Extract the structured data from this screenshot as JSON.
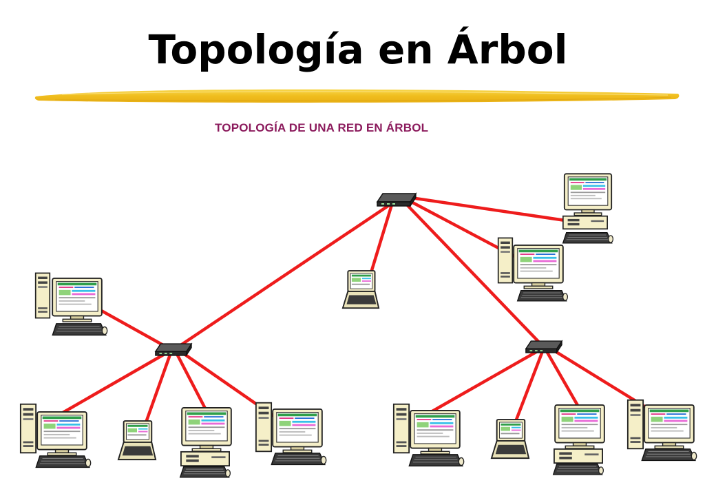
{
  "slide": {
    "title": "Topología en Árbol",
    "diagram_title": "TOPOLOGÍA DE UNA RED EN ÁRBOL"
  },
  "colors": {
    "link": "#ee1c1c",
    "diagram_title": "#8b1a5c",
    "brush": "#f2c227",
    "device_body": "#f5efc8",
    "switch_body": "#3a3a3a"
  },
  "network": {
    "hubs": [
      {
        "id": "hub-root",
        "parent": null
      },
      {
        "id": "hub-left",
        "parent": "hub-root"
      },
      {
        "id": "hub-right",
        "parent": "hub-root"
      }
    ],
    "devices": [
      {
        "id": "pc-root-1",
        "type": "desktop-low",
        "hub": "hub-root"
      },
      {
        "id": "pc-root-2",
        "type": "tower",
        "hub": "hub-root"
      },
      {
        "id": "laptop-root",
        "type": "laptop",
        "hub": "hub-root"
      },
      {
        "id": "pc-left-top",
        "type": "tower",
        "hub": "hub-left"
      },
      {
        "id": "pc-left-1",
        "type": "tower",
        "hub": "hub-left"
      },
      {
        "id": "laptop-left",
        "type": "laptop",
        "hub": "hub-left"
      },
      {
        "id": "pc-left-2",
        "type": "desktop-low",
        "hub": "hub-left"
      },
      {
        "id": "pc-left-3",
        "type": "tower",
        "hub": "hub-left"
      },
      {
        "id": "pc-right-1",
        "type": "tower",
        "hub": "hub-right"
      },
      {
        "id": "laptop-right",
        "type": "laptop",
        "hub": "hub-right"
      },
      {
        "id": "pc-right-2",
        "type": "desktop-low",
        "hub": "hub-right"
      },
      {
        "id": "pc-right-3",
        "type": "tower",
        "hub": "hub-right"
      }
    ]
  }
}
